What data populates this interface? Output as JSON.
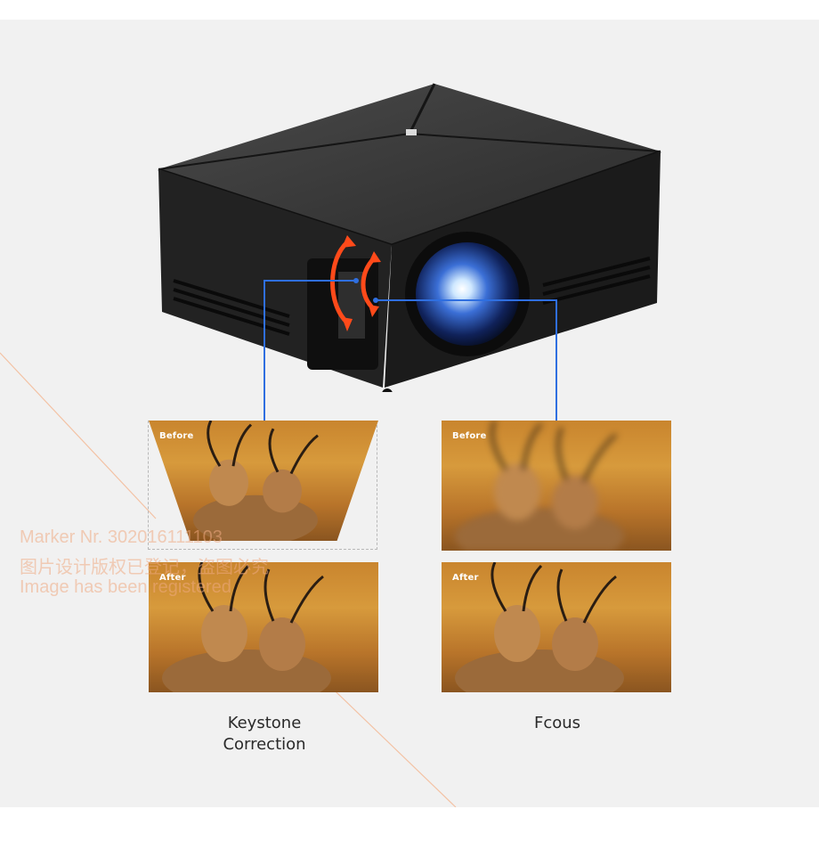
{
  "keystone": {
    "before_tag": "Before",
    "after_tag": "After",
    "caption_line1": "Keystone",
    "caption_line2": "Correction"
  },
  "focus": {
    "before_tag": "Before",
    "after_tag": "After",
    "caption": "Fcous"
  },
  "watermark": {
    "line1": "Marker Nr. 302016111103",
    "line2": "图片设计版权已登记，盗图必究",
    "line3": "Image has been registered"
  },
  "colors": {
    "background": "#f1f1f1",
    "arrow": "#ff4a1a",
    "connector": "#2f6fe0",
    "projector_body": "#1f1f1f"
  }
}
